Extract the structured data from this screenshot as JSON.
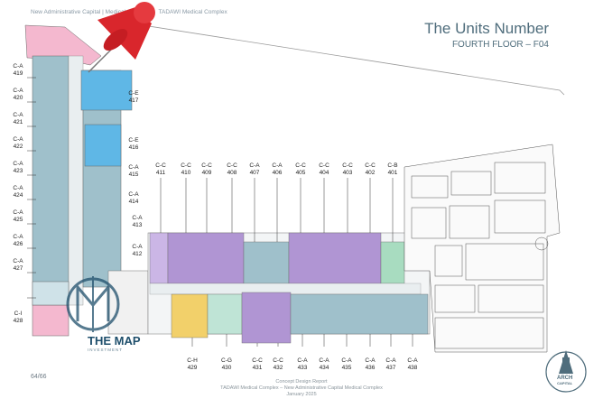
{
  "header": {
    "breadcrumb": "New Administrative Capital | Medical C",
    "breadcrumb_end": "TADAWI Medical Complex",
    "title": "The Units Number",
    "subtitle": "FOURTH FLOOR – F04"
  },
  "left_labels": [
    {
      "code": "C-A",
      "num": "419"
    },
    {
      "code": "C-A",
      "num": "420"
    },
    {
      "code": "C-A",
      "num": "421"
    },
    {
      "code": "C-A",
      "num": "422"
    },
    {
      "code": "C-A",
      "num": "423"
    },
    {
      "code": "C-A",
      "num": "424"
    },
    {
      "code": "C-A",
      "num": "425"
    },
    {
      "code": "C-A",
      "num": "426"
    },
    {
      "code": "C-A",
      "num": "427"
    },
    {
      "code": "C-I",
      "num": "428"
    }
  ],
  "inner_labels": [
    {
      "code": "C-E",
      "num": "417"
    },
    {
      "code": "C-E",
      "num": "416"
    },
    {
      "code": "C-A",
      "num": "415"
    },
    {
      "code": "C-A",
      "num": "414"
    },
    {
      "code": "C-A",
      "num": "413"
    },
    {
      "code": "C-A",
      "num": "412"
    }
  ],
  "top_labels": [
    {
      "code": "C-C",
      "num": "411"
    },
    {
      "code": "C-C",
      "num": "410"
    },
    {
      "code": "C-C",
      "num": "409"
    },
    {
      "code": "C-C",
      "num": "408"
    },
    {
      "code": "C-A",
      "num": "407"
    },
    {
      "code": "C-A",
      "num": "406"
    },
    {
      "code": "C-C",
      "num": "405"
    },
    {
      "code": "C-C",
      "num": "404"
    },
    {
      "code": "C-C",
      "num": "403"
    },
    {
      "code": "C-C",
      "num": "402"
    },
    {
      "code": "C-B",
      "num": "401"
    }
  ],
  "bottom_labels": [
    {
      "code": "C-H",
      "num": "429"
    },
    {
      "code": "C-G",
      "num": "430"
    },
    {
      "code": "C-C",
      "num": "431"
    },
    {
      "code": "C-C",
      "num": "432"
    },
    {
      "code": "C-A",
      "num": "433"
    },
    {
      "code": "C-A",
      "num": "434"
    },
    {
      "code": "C-A",
      "num": "435"
    },
    {
      "code": "C-A",
      "num": "436"
    },
    {
      "code": "C-A",
      "num": "437"
    },
    {
      "code": "C-A",
      "num": "438"
    }
  ],
  "page_number": "64/66",
  "footer": {
    "line1": "Concept Design Report",
    "line2": "TADAWI Medical Complex – New Administrative Capital Medical Complex",
    "line3": "January 2025"
  },
  "watermark": {
    "brand": "THE MAP",
    "tagline": "INVESTMENT"
  },
  "arch_logo": {
    "line1": "ARCH",
    "line2": "CAPITAL"
  },
  "colors": {
    "type_a": "#9fc0cb",
    "type_c": "#b095d3",
    "type_e": "#5fb7e6",
    "type_i": "#f4b8cf",
    "type_g": "#bfe4d6",
    "type_h": "#f2d06a",
    "type_b": "#a8dcc0",
    "title": "#4f6d7c"
  }
}
